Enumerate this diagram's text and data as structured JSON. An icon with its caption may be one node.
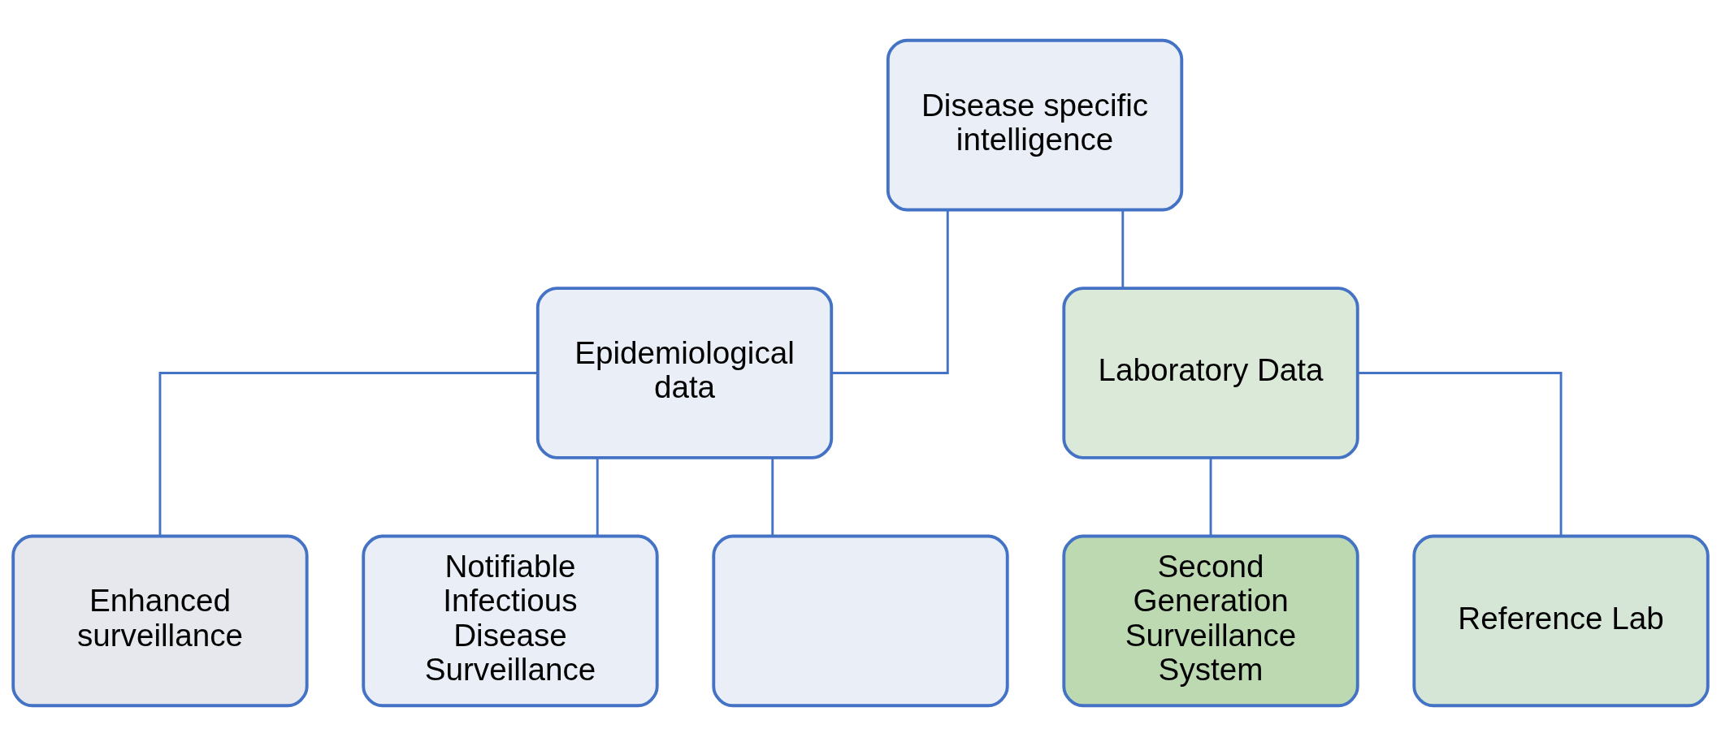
{
  "diagram": {
    "nodes": [
      {
        "text": [
          "Disease specific intelligence"
        ]
      },
      {
        "text": [
          "Epidemiological data"
        ]
      },
      {
        "text": [
          "Laboratory Data"
        ]
      },
      {
        "text": [
          "Enhanced surveillance"
        ]
      },
      {
        "text": [
          "Notifiable Infectious Disease Surveillance"
        ]
      },
      {
        "text": [],
        "shape": "box"
      },
      {
        "text": [
          "Second Generation Surveillance System"
        ]
      },
      {
        "text": [
          "Reference Lab"
        ]
      }
    ],
    "edges": [
      {
        "from": 0,
        "to": 1,
        "arrow": "none"
      },
      {
        "from": 0,
        "to": 2,
        "arrow": "none"
      },
      {
        "from": 1,
        "to": 3,
        "arrow": "none"
      },
      {
        "from": 1,
        "to": 4,
        "arrow": "none"
      },
      {
        "from": 1,
        "to": 5,
        "arrow": "none"
      },
      {
        "from": 2,
        "to": 6,
        "arrow": "none"
      },
      {
        "from": 2,
        "to": 7,
        "arrow": "none"
      }
    ]
  }
}
